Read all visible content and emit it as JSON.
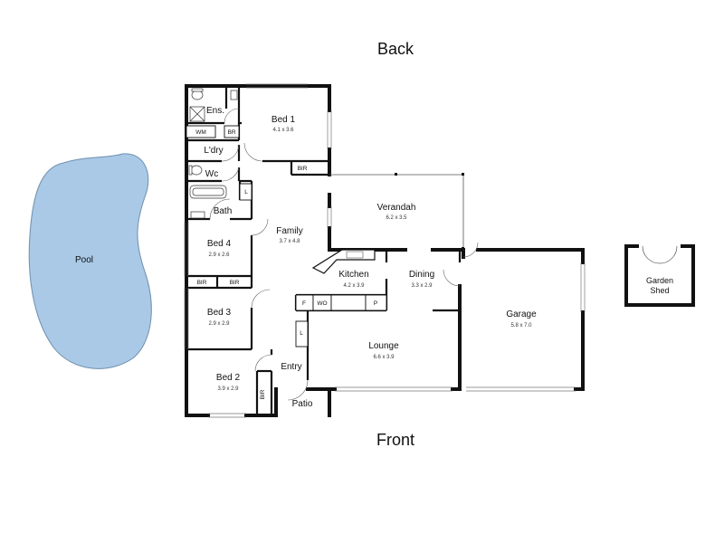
{
  "orientation": {
    "back": "Back",
    "front": "Front"
  },
  "pool": {
    "label": "Pool",
    "color": "#a9c9e6"
  },
  "garden_shed": {
    "line1": "Garden",
    "line2": "Shed"
  },
  "rooms": {
    "ensuite": {
      "name": "Ens."
    },
    "bed1": {
      "name": "Bed 1",
      "dims": "4.1 x 3.6"
    },
    "laundry": {
      "name": "L'dry"
    },
    "wc": {
      "name": "Wc"
    },
    "bath": {
      "name": "Bath"
    },
    "verandah": {
      "name": "Verandah",
      "dims": "6.2 x 3.5"
    },
    "family": {
      "name": "Family",
      "dims": "3.7 x 4.8"
    },
    "bed4": {
      "name": "Bed 4",
      "dims": "2.9 x 2.6"
    },
    "kitchen": {
      "name": "Kitchen",
      "dims": "4.2 x 3.9"
    },
    "dining": {
      "name": "Dining",
      "dims": "3.3 x 2.9"
    },
    "garage": {
      "name": "Garage",
      "dims": "5.8 x 7.0"
    },
    "bed3": {
      "name": "Bed 3",
      "dims": "2.9 x 2.9"
    },
    "lounge": {
      "name": "Lounge",
      "dims": "6.6 x 3.9"
    },
    "entry": {
      "name": "Entry"
    },
    "bed2": {
      "name": "Bed 2",
      "dims": "3.9 x 2.9"
    },
    "patio": {
      "name": "Patio"
    }
  },
  "fixtures": {
    "wm": "WM",
    "br": "BR",
    "bir": "BIR",
    "linen": "L",
    "fridge": "F",
    "wo": "WO",
    "pantry": "P"
  },
  "colors": {
    "wall": "#111111",
    "pool": "#a9c9e6",
    "pool_edge": "#6f8fae"
  }
}
